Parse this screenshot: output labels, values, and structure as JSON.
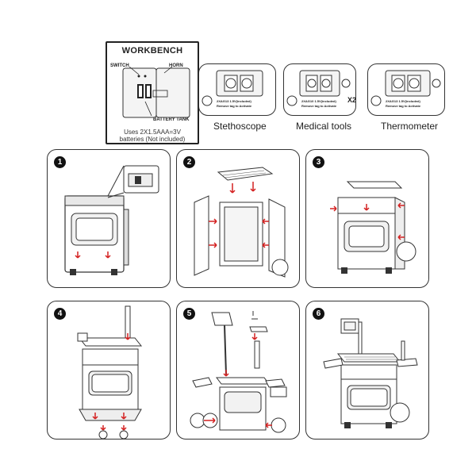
{
  "workbench": {
    "title": "WORKBENCH",
    "switch_label": "SWITCH",
    "horn_label": "HORN",
    "battery_tank_label": "BATTERY TANK",
    "note_line1": "Uses 2X1.5AAA=3V",
    "note_line2": "batteries (Not included)"
  },
  "accessories": [
    {
      "name": "Stethoscope",
      "battery_line1": "2XAG13 1.5V(included)",
      "battery_line2": "Remove tag to Activate",
      "multiplier": ""
    },
    {
      "name": "Medical tools",
      "battery_line1": "2XAG10 1.5V(included)",
      "battery_line2": "Remove tag to Activate",
      "multiplier": "X2"
    },
    {
      "name": "Thermometer",
      "battery_line1": "2XAG13 1.5V(included)",
      "battery_line2": "Remove tag to Activate",
      "multiplier": ""
    }
  ],
  "steps": [
    {
      "number": "1"
    },
    {
      "number": "2"
    },
    {
      "number": "3"
    },
    {
      "number": "4"
    },
    {
      "number": "5"
    },
    {
      "number": "6"
    }
  ],
  "colors": {
    "arrow": "#d42020",
    "line": "#333333"
  }
}
